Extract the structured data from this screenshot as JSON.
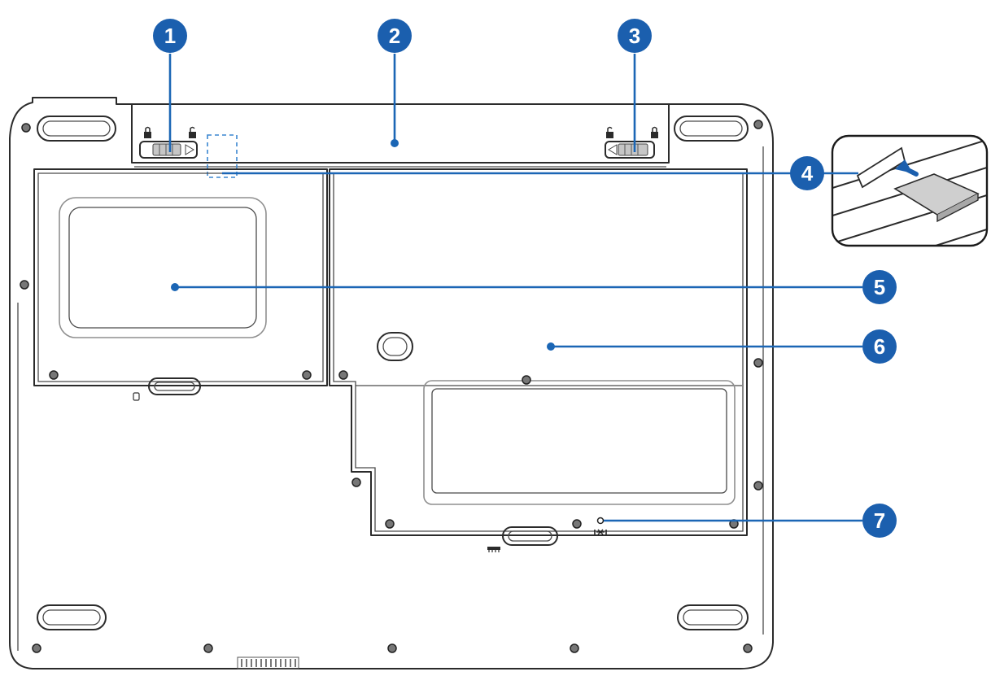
{
  "callouts": [
    {
      "number": "1"
    },
    {
      "number": "2"
    },
    {
      "number": "3"
    },
    {
      "number": "4"
    },
    {
      "number": "5"
    },
    {
      "number": "6"
    },
    {
      "number": "7"
    }
  ],
  "colors": {
    "callout_blue": "#1b5fae",
    "outline": "#2b2b2b",
    "inset_border": "#1a1a1a"
  },
  "icons": [
    "lock-icon",
    "unlock-icon",
    "hard-drive-icon",
    "memory-icon",
    "reset-icon",
    "screw-icon",
    "foot-pad-icon",
    "vent-icon",
    "arrow-icon"
  ]
}
